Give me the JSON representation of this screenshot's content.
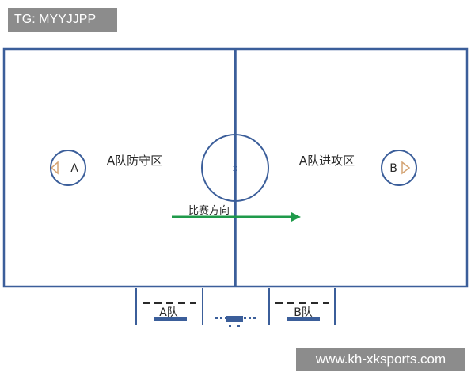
{
  "watermark": {
    "top_left": "TG: MYYJJPP",
    "bottom_right": "www.kh-xksports.com"
  },
  "court": {
    "left_zone_label": "A队防守区",
    "right_zone_label": "A队进攻区",
    "direction_label": "比赛方向",
    "center_mark": "x",
    "team_a_marker": "A",
    "team_b_marker": "B"
  },
  "benches": {
    "team_a": "A队",
    "team_b": "B队"
  },
  "colors": {
    "court_line": "#3b5e9a",
    "arrow": "#1f9a4a",
    "marker_triangle": "#d4a373",
    "text": "#2a2a2a"
  }
}
